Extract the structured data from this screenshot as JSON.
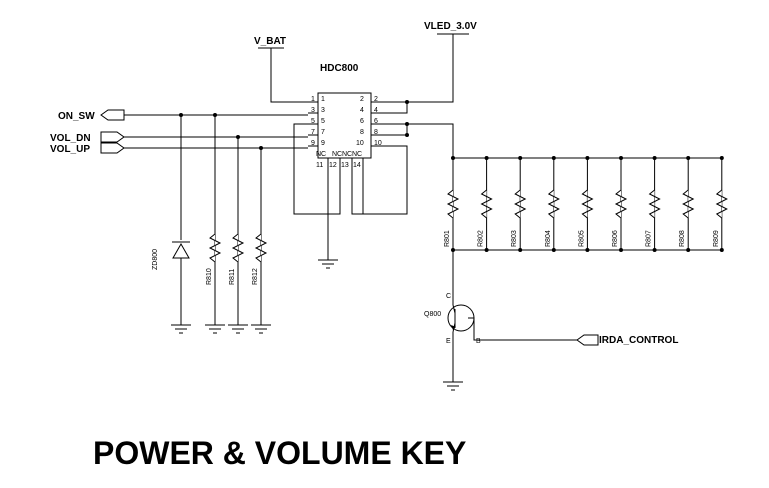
{
  "title": "POWER & VOLUME KEY",
  "ic": {
    "ref": "HDC800",
    "left_pins": [
      "1",
      "3",
      "5",
      "7",
      "9"
    ],
    "right_pins": [
      "2",
      "4",
      "6",
      "8",
      "10"
    ],
    "bottom_labels": [
      "NC",
      "NC",
      "NC",
      "NC"
    ],
    "bottom_pins": [
      "11",
      "12",
      "13",
      "14"
    ]
  },
  "nets": {
    "v_bat": "V_BAT",
    "vled": "VLED_3.0V",
    "on_sw": "ON_SW",
    "vol_dn": "VOL_DN",
    "vol_up": "VOL_UP",
    "irda": "IRDA_CONTROL"
  },
  "components": {
    "zener": "ZD800",
    "pull_resistors": [
      "R810",
      "R811",
      "R812"
    ],
    "led_resistors": [
      "R801",
      "R802",
      "R803",
      "R804",
      "R805",
      "R806",
      "R807",
      "R808",
      "R809"
    ],
    "transistor": "Q800",
    "transistor_pins": [
      "C",
      "E",
      "B"
    ]
  }
}
